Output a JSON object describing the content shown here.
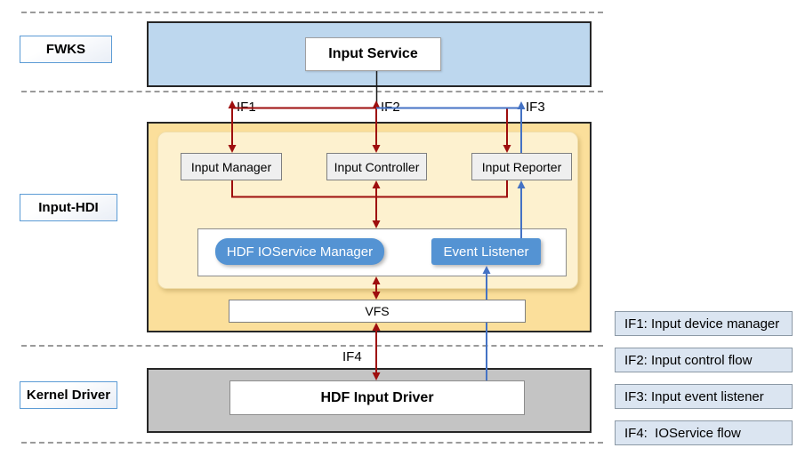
{
  "diagram": {
    "lanes": [
      {
        "label": "FWKS"
      },
      {
        "label": "Input-HDI"
      },
      {
        "label": "Kernel Driver"
      }
    ],
    "nodes": {
      "input_service": "Input Service",
      "input_manager": "Input Manager",
      "input_controller": "Input Controller",
      "input_reporter": "Input Reporter",
      "hdf_ioservice_manager": "HDF IOService Manager",
      "event_listener": "Event Listener",
      "vfs": "VFS",
      "hdf_input_driver": "HDF Input Driver"
    },
    "interface_labels": {
      "if1": "IF1",
      "if2": "IF2",
      "if3": "IF3",
      "if4": "IF4"
    },
    "legend": [
      {
        "label": "IF1: Input device manager"
      },
      {
        "label": "IF2: Input control flow"
      },
      {
        "label": "IF3: Input event listener"
      },
      {
        "label": "IF4:  IOService flow"
      }
    ],
    "colors": {
      "control_flow_red": "#9e0e0e",
      "event_flow_blue": "#4472c4",
      "fwks_band": "#bdd7ee",
      "hdi_band": "#fbdf9b",
      "kernel_band": "#c4c4c4",
      "service_blue": "#5493d3",
      "legend_fill": "#dbe5f1"
    }
  }
}
